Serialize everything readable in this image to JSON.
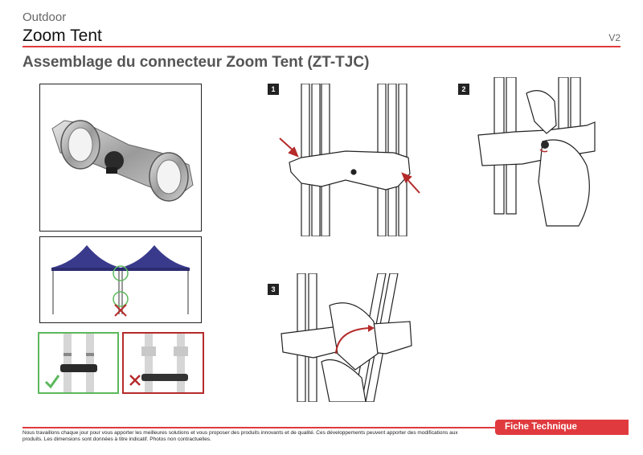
{
  "header": {
    "brand": "Outdoor",
    "product": "Zoom Tent",
    "version": "V2",
    "title": "Assemblage du connecteur Zoom Tent (ZT-TJC)"
  },
  "steps": [
    {
      "number": "1"
    },
    {
      "number": "2"
    },
    {
      "number": "3"
    }
  ],
  "colors": {
    "accent": "#e03a3e",
    "ok_green": "#5cb85c",
    "bad_red": "#b52b2b",
    "canopy": "#3a3a8c"
  },
  "footer": {
    "disclaimer": "Nous travaillons chaque jour pour vous apporter les meilleures solutions et vous proposer des produits innovants et de qualité. Ces développements peuvent apporter des modifications aux produits. Les dimensions sont données à titre indicatif. Photos non contractuelles.",
    "badge": "Fiche Technique"
  }
}
